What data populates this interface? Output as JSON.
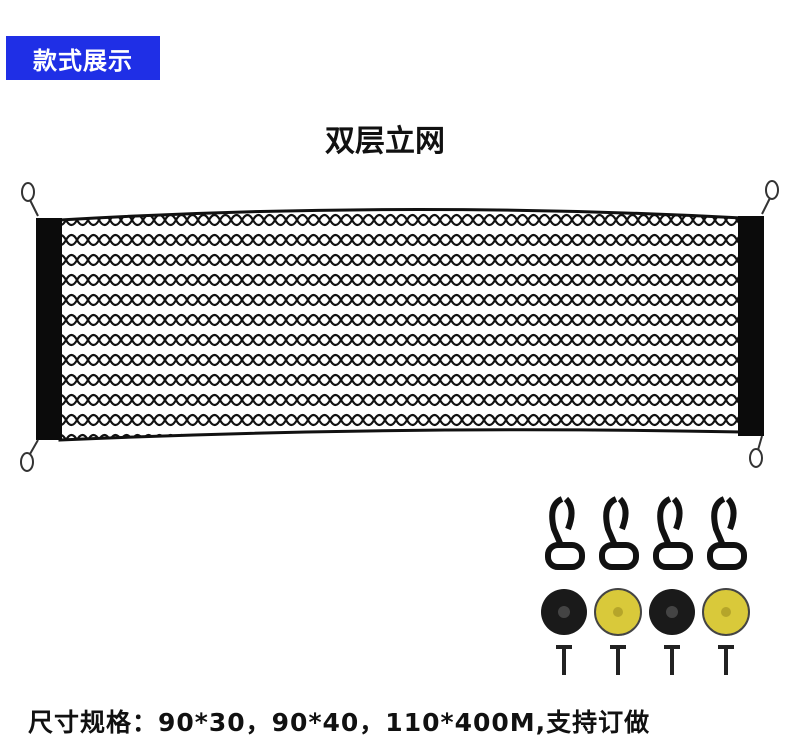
{
  "badge": {
    "label": "款式展示",
    "bg_color": "#1f2fe6"
  },
  "product": {
    "title": "双层立网",
    "image": "cargo-net-photo"
  },
  "accessories": {
    "clips": [
      "plastic-snap-hook",
      "plastic-snap-hook",
      "plastic-snap-hook",
      "plastic-snap-hook"
    ],
    "buttons": [
      {
        "kind": "mount-button",
        "color": "#111111"
      },
      {
        "kind": "mount-button",
        "color": "#d9c93a"
      },
      {
        "kind": "mount-button",
        "color": "#111111"
      },
      {
        "kind": "mount-button",
        "color": "#d9c93a"
      }
    ],
    "screws": [
      "screw",
      "screw",
      "screw",
      "screw"
    ]
  },
  "caption": {
    "text": "尺寸规格：90*30，90*40，110*400M,支持订做"
  }
}
